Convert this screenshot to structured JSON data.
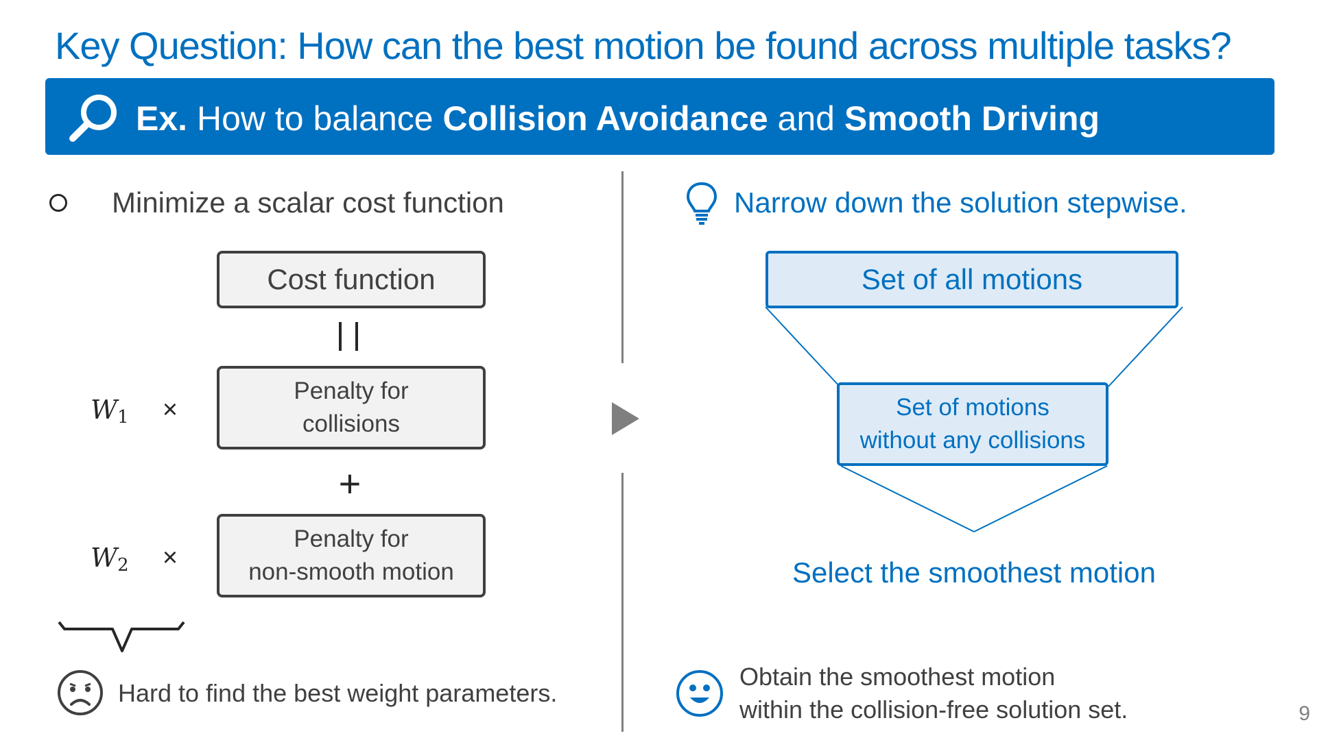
{
  "title": "Key Question: How can the best motion be found across multiple tasks?",
  "banner": {
    "ex": "Ex.",
    "t1": " How to balance ",
    "collision": "Collision Avoidance",
    "t2": " and ",
    "smooth": "Smooth Driving",
    "icon": "search-icon"
  },
  "left": {
    "heading": "Minimize a scalar cost function",
    "cost_box": "Cost function",
    "penalty_collisions": [
      "Penalty for",
      "collisions"
    ],
    "penalty_smooth": [
      "Penalty for",
      "non-smooth motion"
    ],
    "w1": "W",
    "w1_sub": "1",
    "w2": "W",
    "w2_sub": "2",
    "times": "×",
    "plus": "+",
    "footer": "Hard to find the best weight parameters.",
    "footer_icon": "sad-face-icon"
  },
  "right": {
    "heading": "Narrow down the solution stepwise.",
    "heading_icon": "lightbulb-icon",
    "all_motions": "Set of all motions",
    "no_collisions": [
      "Set of motions",
      "without any collisions"
    ],
    "select": "Select the smoothest motion",
    "footer": [
      "Obtain the smoothest motion",
      "within the collision-free solution set."
    ],
    "footer_icon": "smiley-face-icon"
  },
  "page_number": "9",
  "colors": {
    "accent": "#0070C0",
    "light_blue": "#DEEBF7",
    "gray_box": "#F2F2F2",
    "text_dark": "#404040"
  }
}
